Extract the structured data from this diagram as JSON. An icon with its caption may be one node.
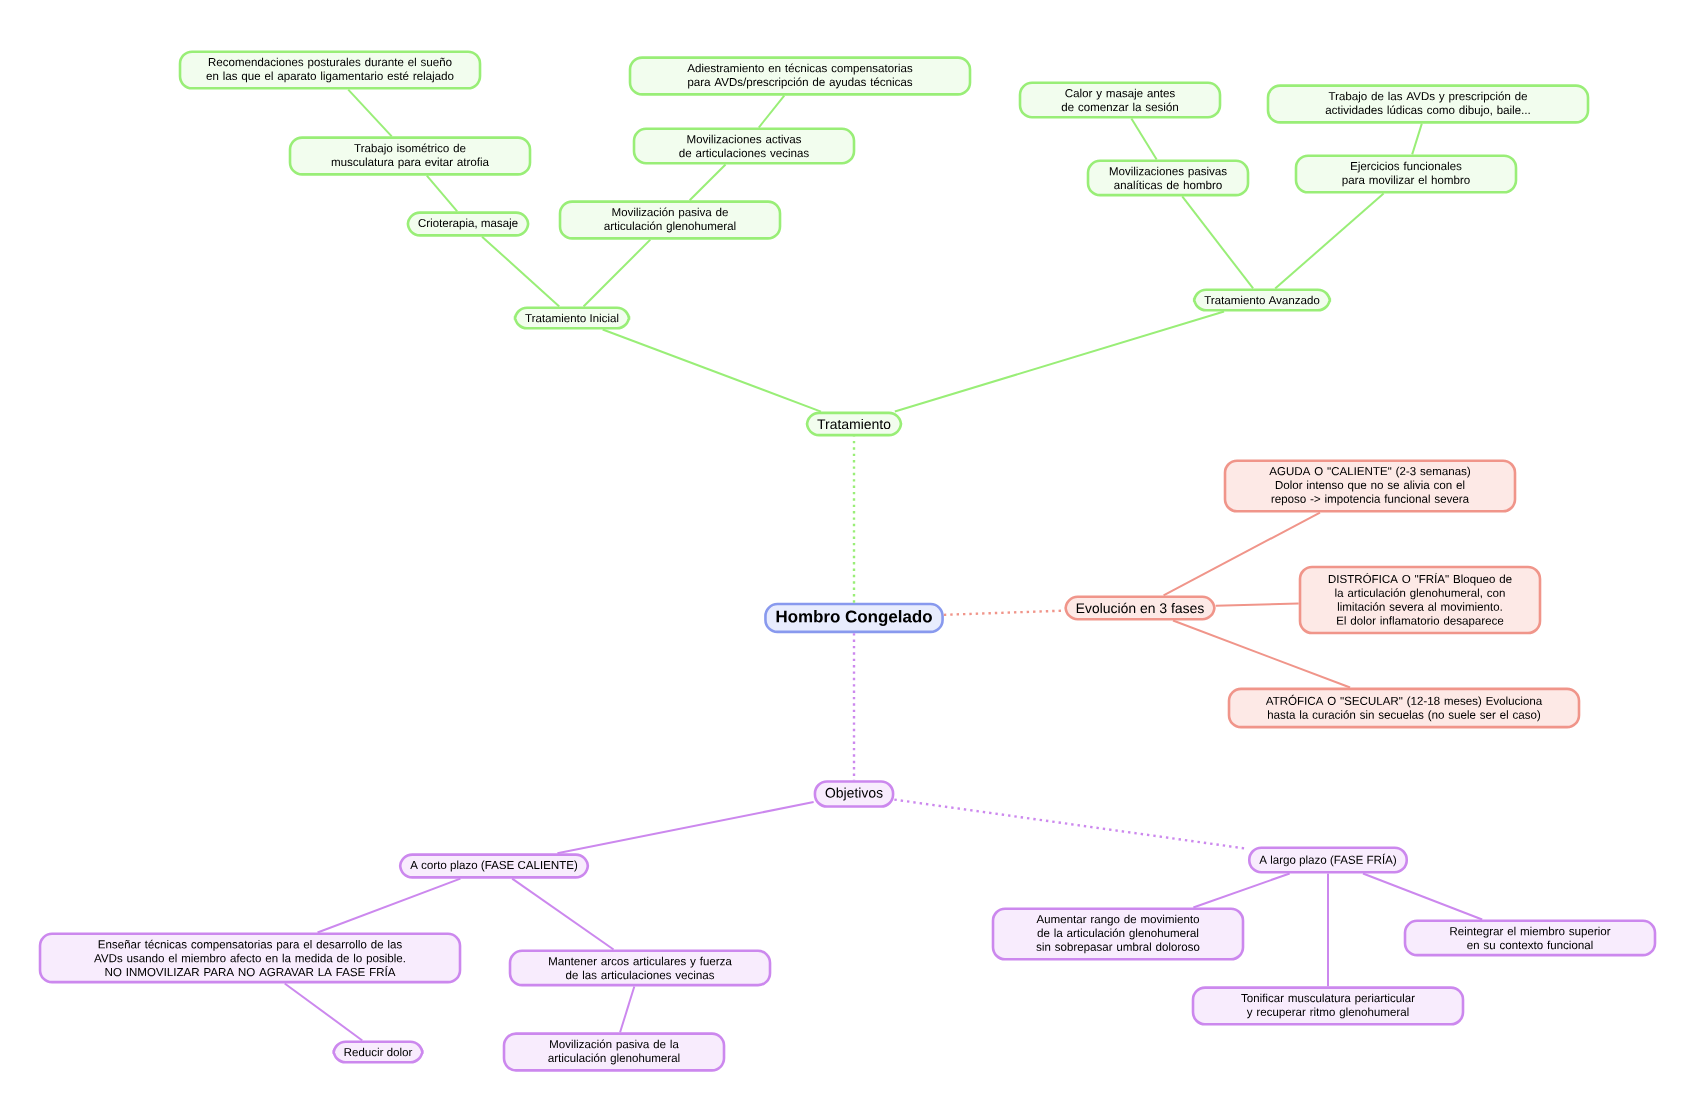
{
  "diagram": {
    "nodes": [
      {
        "text": [
          "Hombro Congelado"
        ]
      },
      {
        "text": [
          "Tratamiento"
        ]
      },
      {
        "text": [
          "Tratamiento Inicial"
        ]
      },
      {
        "text": [
          "Crioterapia, masaje"
        ]
      },
      {
        "text": [
          "Trabajo isométrico de musculatura para evitar atrofia"
        ]
      },
      {
        "text": [
          "Recomendaciones posturales durante el sueño en las que el aparato ligamentario esté relajado"
        ]
      },
      {
        "text": [
          "Movilización pasiva de articulación glenohumeral"
        ]
      },
      {
        "text": [
          "Movilizaciones activas de articulaciones vecinas"
        ]
      },
      {
        "text": [
          "Adiestramiento en técnicas compensatorias para AVDs/prescripción de ayudas técnicas"
        ]
      },
      {
        "text": [
          "Tratamiento Avanzado"
        ]
      },
      {
        "text": [
          "Movilizaciones pasivas analíticas de hombro"
        ]
      },
      {
        "text": [
          "Calor y masaje antes de comenzar la sesión"
        ]
      },
      {
        "text": [
          "Ejercicios funcionales para movilizar el hombro"
        ]
      },
      {
        "text": [
          "Trabajo de las AVDs y prescripción de actividades lúdicas como dibujo, baile..."
        ]
      },
      {
        "text": [
          "Evolución en 3 fases"
        ]
      },
      {
        "text": [
          "AGUDA O \"CALIENTE\" (2-3 semanas) Dolor intenso que no se alivia con el reposo -> impotencia funcional severa"
        ]
      },
      {
        "text": [
          "DISTRÓFICA O \"FRÍA\" Bloqueo de la articulación glenohumeral, con limitación severa al movimiento. El dolor inflamatorio desaparece"
        ]
      },
      {
        "text": [
          "ATRÓFICA O \"SECULAR\" (12-18 meses) Evoluciona hasta la curación sin secuelas (no suele ser el caso)"
        ]
      },
      {
        "text": [
          "Objetivos"
        ]
      },
      {
        "text": [
          "A corto plazo (FASE CALIENTE)"
        ]
      },
      {
        "text": [
          "Enseñar técnicas compensatorias para el desarrollo de las AVDs usando el miembro afecto en la medida de lo posible. NO INMOVILIZAR PARA NO AGRAVAR LA FASE FRÍA"
        ]
      },
      {
        "text": [
          "Reducir dolor"
        ]
      },
      {
        "text": [
          "Mantener arcos articulares y fuerza de las articulaciones vecinas"
        ]
      },
      {
        "text": [
          "Movilización pasiva de la articulación glenohumeral"
        ]
      },
      {
        "text": [
          "A largo plazo (FASE FRÍA)"
        ]
      },
      {
        "text": [
          "Aumentar rango de movimiento de la articulación glenohumeral sin sobrepasar umbral doloroso"
        ]
      },
      {
        "text": [
          "Tonificar musculatura periarticular y recuperar ritmo glenohumeral"
        ]
      },
      {
        "text": [
          "Reintegrar el miembro superior en su contexto funcional"
        ]
      }
    ],
    "edges": [
      {
        "from": 0,
        "to": 1,
        "arrow": "none",
        "style": "dashed"
      },
      {
        "from": 1,
        "to": 2,
        "arrow": "none"
      },
      {
        "from": 2,
        "to": 3,
        "arrow": "none"
      },
      {
        "from": 3,
        "to": 4,
        "arrow": "none"
      },
      {
        "from": 4,
        "to": 5,
        "arrow": "none"
      },
      {
        "from": 2,
        "to": 6,
        "arrow": "none"
      },
      {
        "from": 6,
        "to": 7,
        "arrow": "none"
      },
      {
        "from": 7,
        "to": 8,
        "arrow": "none"
      },
      {
        "from": 1,
        "to": 9,
        "arrow": "none"
      },
      {
        "from": 9,
        "to": 10,
        "arrow": "none"
      },
      {
        "from": 10,
        "to": 11,
        "arrow": "none"
      },
      {
        "from": 9,
        "to": 12,
        "arrow": "none"
      },
      {
        "from": 12,
        "to": 13,
        "arrow": "none"
      },
      {
        "from": 0,
        "to": 14,
        "arrow": "none",
        "style": "dashed",
        "color": "#f0958a"
      },
      {
        "from": 14,
        "to": 15,
        "arrow": "none",
        "color": "#f0958a"
      },
      {
        "from": 14,
        "to": 16,
        "arrow": "none",
        "color": "#f0958a"
      },
      {
        "from": 14,
        "to": 17,
        "arrow": "none",
        "color": "#f0958a"
      },
      {
        "from": 0,
        "to": 18,
        "arrow": "none",
        "style": "dashed",
        "color": "#cc88ee"
      },
      {
        "from": 18,
        "to": 19,
        "arrow": "none",
        "color": "#cc88ee"
      },
      {
        "from": 19,
        "to": 20,
        "arrow": "none",
        "color": "#cc88ee"
      },
      {
        "from": 20,
        "to": 21,
        "arrow": "none",
        "color": "#cc88ee"
      },
      {
        "from": 19,
        "to": 22,
        "arrow": "none",
        "color": "#cc88ee"
      },
      {
        "from": 22,
        "to": 23,
        "arrow": "none",
        "color": "#cc88ee"
      },
      {
        "from": 18,
        "to": 24,
        "arrow": "none",
        "style": "dashed",
        "color": "#cc88ee"
      },
      {
        "from": 24,
        "to": 25,
        "arrow": "none",
        "color": "#cc88ee"
      },
      {
        "from": 24,
        "to": 26,
        "arrow": "none",
        "color": "#cc88ee"
      },
      {
        "from": 24,
        "to": 27,
        "arrow": "none",
        "color": "#cc88ee"
      }
    ]
  }
}
